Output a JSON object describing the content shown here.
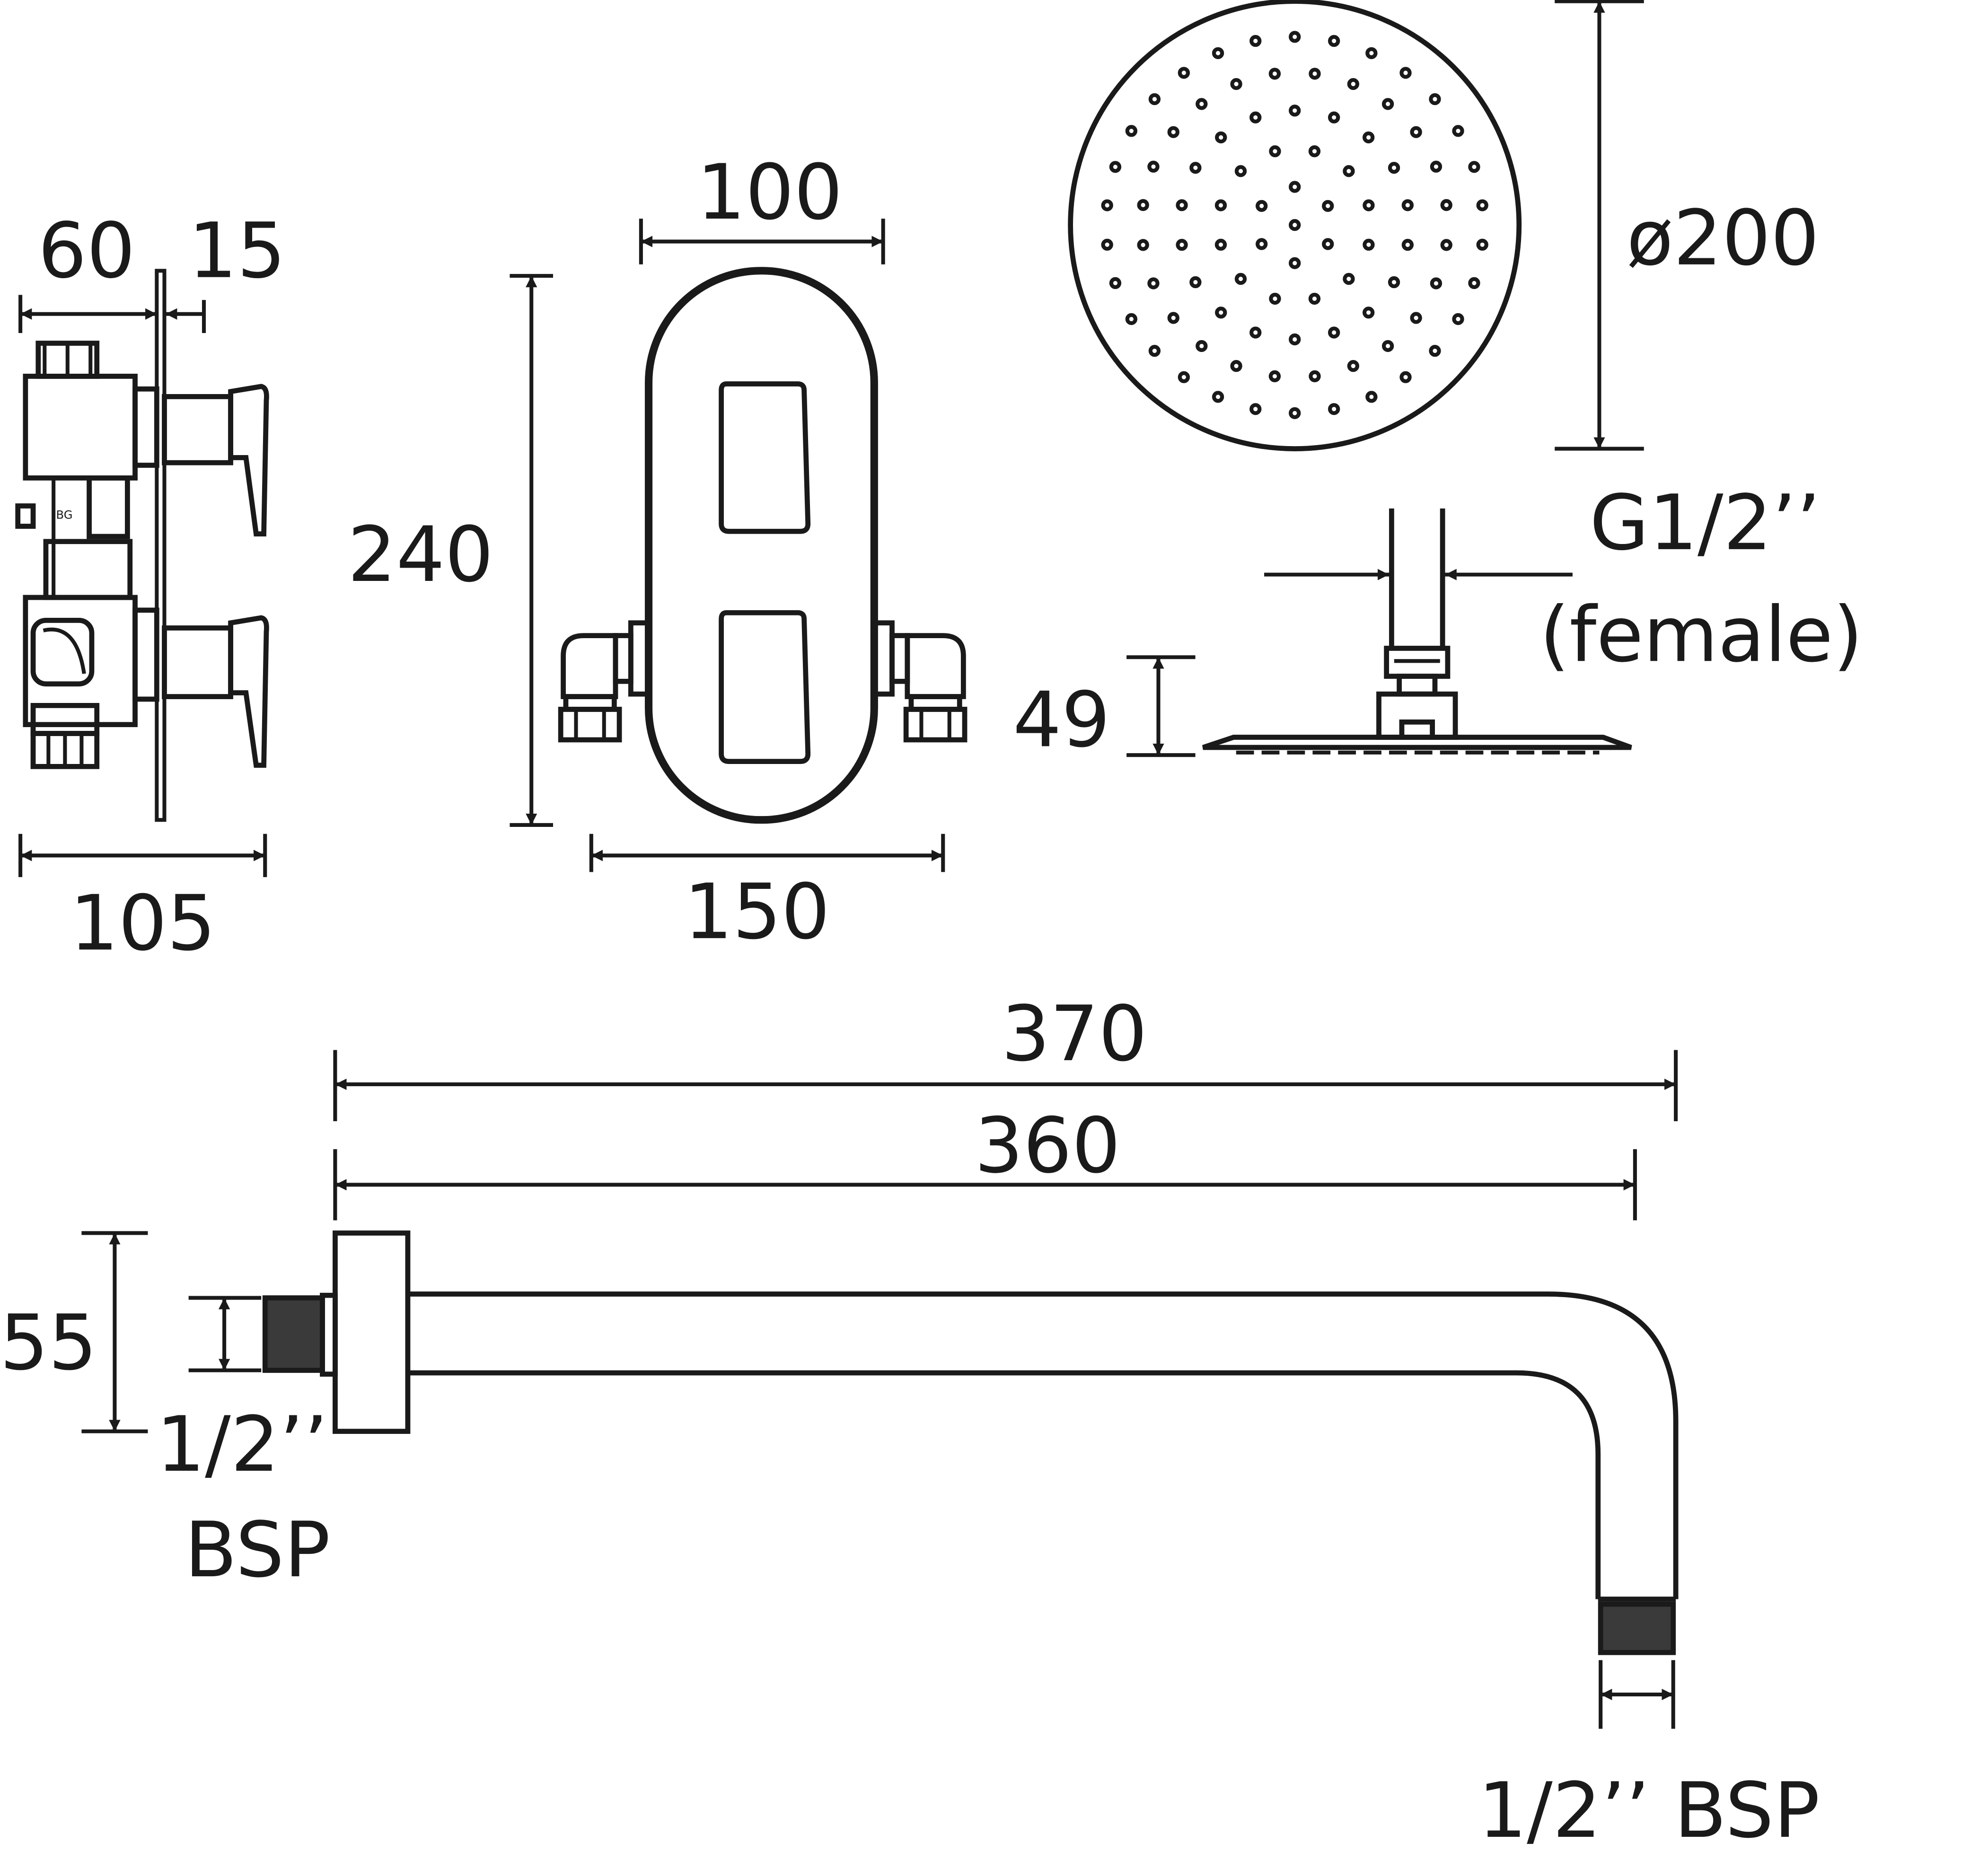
{
  "colors": {
    "ink": "#1a1a1a",
    "background": "#ffffff"
  },
  "valve_side_view": {
    "depth": "60",
    "plate": "15",
    "width": "105"
  },
  "valve_front_view": {
    "plate_width": "100",
    "height": "240",
    "inlet_centres": "150"
  },
  "shower_head": {
    "diameter": "ø200",
    "connection": "G1/2’’",
    "connection_type": "(female)",
    "height": "49"
  },
  "shower_arm": {
    "overall_length": "370",
    "arm_length": "360",
    "flange_height": "55",
    "wall_thread_size": "1/2’’",
    "wall_thread_standard": "BSP",
    "head_thread": "1/2’’ BSP"
  }
}
